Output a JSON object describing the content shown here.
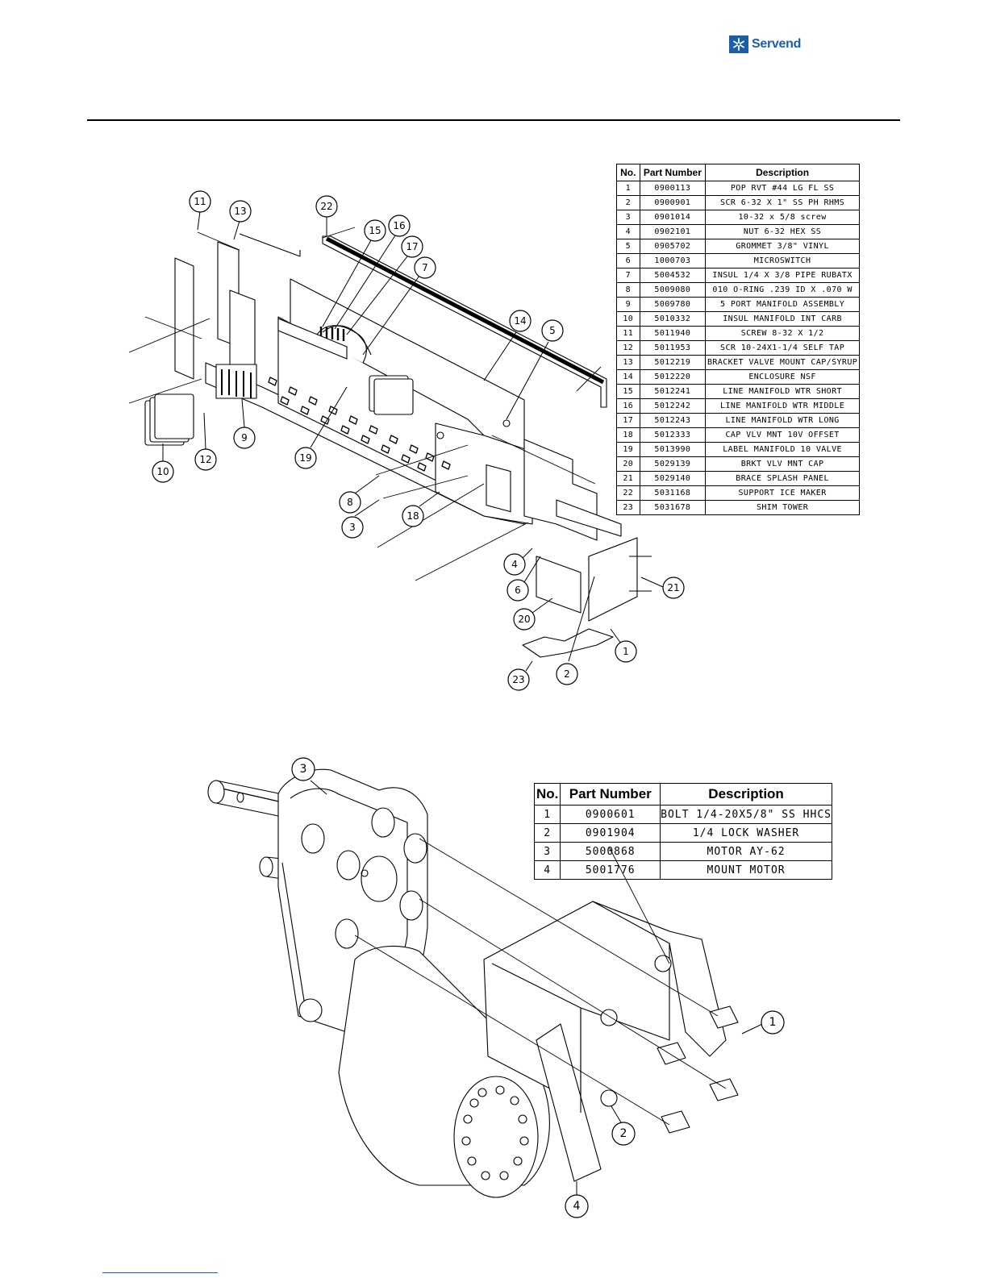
{
  "brand": {
    "name": "Servend",
    "color": "#1a5fa8",
    "icon": "snowflake-logo-icon"
  },
  "upper_assembly": {
    "headers": {
      "no": "No.",
      "part": "Part Number",
      "desc": "Description"
    },
    "rows": [
      {
        "no": "1",
        "part": "0900113",
        "desc": "POP RVT #44 LG FL SS"
      },
      {
        "no": "2",
        "part": "0900901",
        "desc": "SCR 6-32 X 1\" SS PH RHMS"
      },
      {
        "no": "3",
        "part": "0901014",
        "desc": "10-32 x 5/8 screw"
      },
      {
        "no": "4",
        "part": "0902101",
        "desc": "NUT 6-32 HEX SS"
      },
      {
        "no": "5",
        "part": "0905702",
        "desc": "GROMMET 3/8\" VINYL"
      },
      {
        "no": "6",
        "part": "1000703",
        "desc": "MICROSWITCH"
      },
      {
        "no": "7",
        "part": "5004532",
        "desc": "INSUL 1/4 X 3/8 PIPE RUBATX"
      },
      {
        "no": "8",
        "part": "5009080",
        "desc": "010 O-RING .239 ID X .070 W"
      },
      {
        "no": "9",
        "part": "5009780",
        "desc": "5 PORT MANIFOLD ASSEMBLY"
      },
      {
        "no": "10",
        "part": "5010332",
        "desc": "INSUL MANIFOLD INT CARB"
      },
      {
        "no": "11",
        "part": "5011940",
        "desc": "SCREW 8-32 X 1/2"
      },
      {
        "no": "12",
        "part": "5011953",
        "desc": "SCR 10-24X1-1/4 SELF TAP"
      },
      {
        "no": "13",
        "part": "5012219",
        "desc": "BRACKET VALVE MOUNT CAP/SYRUP"
      },
      {
        "no": "14",
        "part": "5012220",
        "desc": "ENCLOSURE NSF"
      },
      {
        "no": "15",
        "part": "5012241",
        "desc": "LINE MANIFOLD WTR SHORT"
      },
      {
        "no": "16",
        "part": "5012242",
        "desc": "LINE MANIFOLD WTR MIDDLE"
      },
      {
        "no": "17",
        "part": "5012243",
        "desc": "LINE MANIFOLD WTR LONG"
      },
      {
        "no": "18",
        "part": "5012333",
        "desc": "CAP VLV MNT 10V OFFSET"
      },
      {
        "no": "19",
        "part": "5013990",
        "desc": "LABEL MANIFOLD 10 VALVE"
      },
      {
        "no": "20",
        "part": "5029139",
        "desc": "BRKT VLV MNT CAP"
      },
      {
        "no": "21",
        "part": "5029140",
        "desc": "BRACE SPLASH PANEL"
      },
      {
        "no": "22",
        "part": "5031168",
        "desc": "SUPPORT ICE MAKER"
      },
      {
        "no": "23",
        "part": "5031678",
        "desc": "SHIM TOWER"
      }
    ],
    "callouts": [
      "1",
      "2",
      "3",
      "4",
      "5",
      "6",
      "7",
      "8",
      "9",
      "10",
      "11",
      "12",
      "13",
      "14",
      "15",
      "16",
      "17",
      "18",
      "19",
      "20",
      "21",
      "22",
      "23"
    ]
  },
  "lower_assembly": {
    "headers": {
      "no": "No.",
      "part": "Part Number",
      "desc": "Description"
    },
    "rows": [
      {
        "no": "1",
        "part": "0900601",
        "desc": "BOLT 1/4-20X5/8\" SS HHCS"
      },
      {
        "no": "2",
        "part": "0901904",
        "desc": "1/4 LOCK WASHER"
      },
      {
        "no": "3",
        "part": "5000868",
        "desc": "MOTOR AY-62"
      },
      {
        "no": "4",
        "part": "5001776",
        "desc": "MOUNT MOTOR"
      }
    ],
    "callouts": [
      "1",
      "2",
      "3",
      "4"
    ]
  }
}
